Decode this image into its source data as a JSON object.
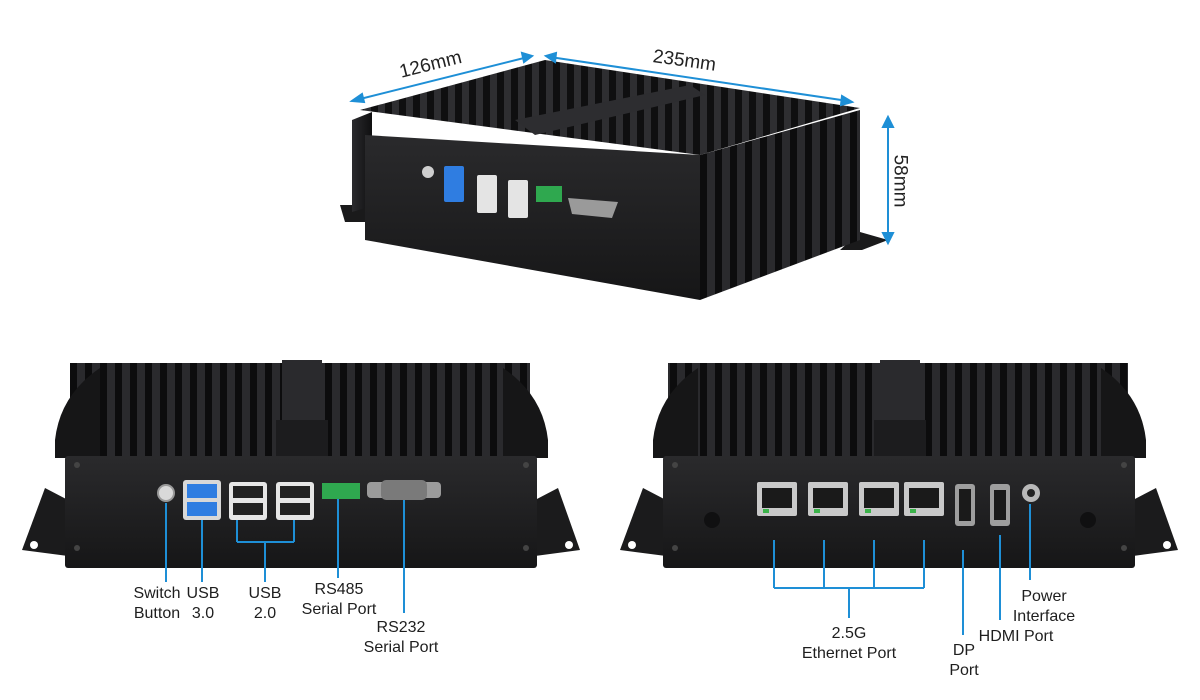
{
  "dimensions": {
    "depth": "126mm",
    "width": "235mm",
    "height": "58mm"
  },
  "ports": {
    "switch_button": [
      "Switch",
      "Button"
    ],
    "usb3": [
      "USB",
      "3.0"
    ],
    "usb2": [
      "USB",
      "2.0"
    ],
    "rs485": [
      "RS485",
      "Serial Port"
    ],
    "rs232": [
      "RS232",
      "Serial Port"
    ],
    "ethernet": [
      "2.5G",
      "Ethernet Port"
    ],
    "dp": [
      "DP",
      "Port"
    ],
    "hdmi": [
      "HDMI Port"
    ],
    "power": [
      "Power",
      "Interface"
    ]
  },
  "colors": {
    "callout_line": "#1e8fd6",
    "chassis": "#1c1c1e",
    "usb3_blue": "#2f7de1",
    "terminal_green": "#2fa84f"
  }
}
